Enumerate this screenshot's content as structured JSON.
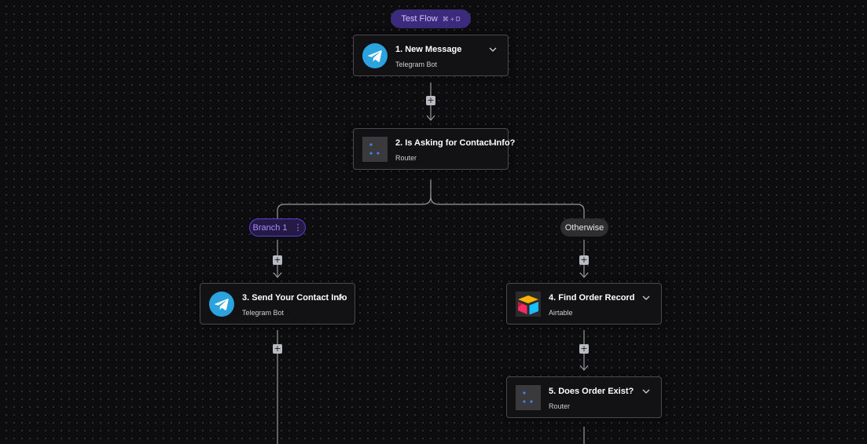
{
  "test_flow": {
    "label": "Test Flow",
    "shortcut": "⌘ + D"
  },
  "nodes": [
    {
      "title": "1. New Message",
      "subtitle": "Telegram Bot",
      "icon": "telegram-icon"
    },
    {
      "title": "2. Is Asking for Contact Info?",
      "subtitle": "Router",
      "icon": "router-icon"
    },
    {
      "title": "3. Send Your Contact Info",
      "subtitle": "Telegram Bot",
      "icon": "telegram-icon"
    },
    {
      "title": "4. Find Order Record",
      "subtitle": "Airtable",
      "icon": "airtable-icon"
    },
    {
      "title": "5. Does Order Exist?",
      "subtitle": "Router",
      "icon": "router-icon"
    }
  ],
  "branches": {
    "branch1_label": "Branch 1",
    "branch1_menu": "⋮",
    "otherwise_label": "Otherwise"
  },
  "add_step": "+",
  "colors": {
    "background": "#0d0c0e",
    "node_border": "#4a4a4c",
    "accent_purple": "#5a3fd1",
    "telegram_blue": "#2aa3de",
    "router_dot_blue": "#3b82f6",
    "connector": "#9a9a9c"
  }
}
